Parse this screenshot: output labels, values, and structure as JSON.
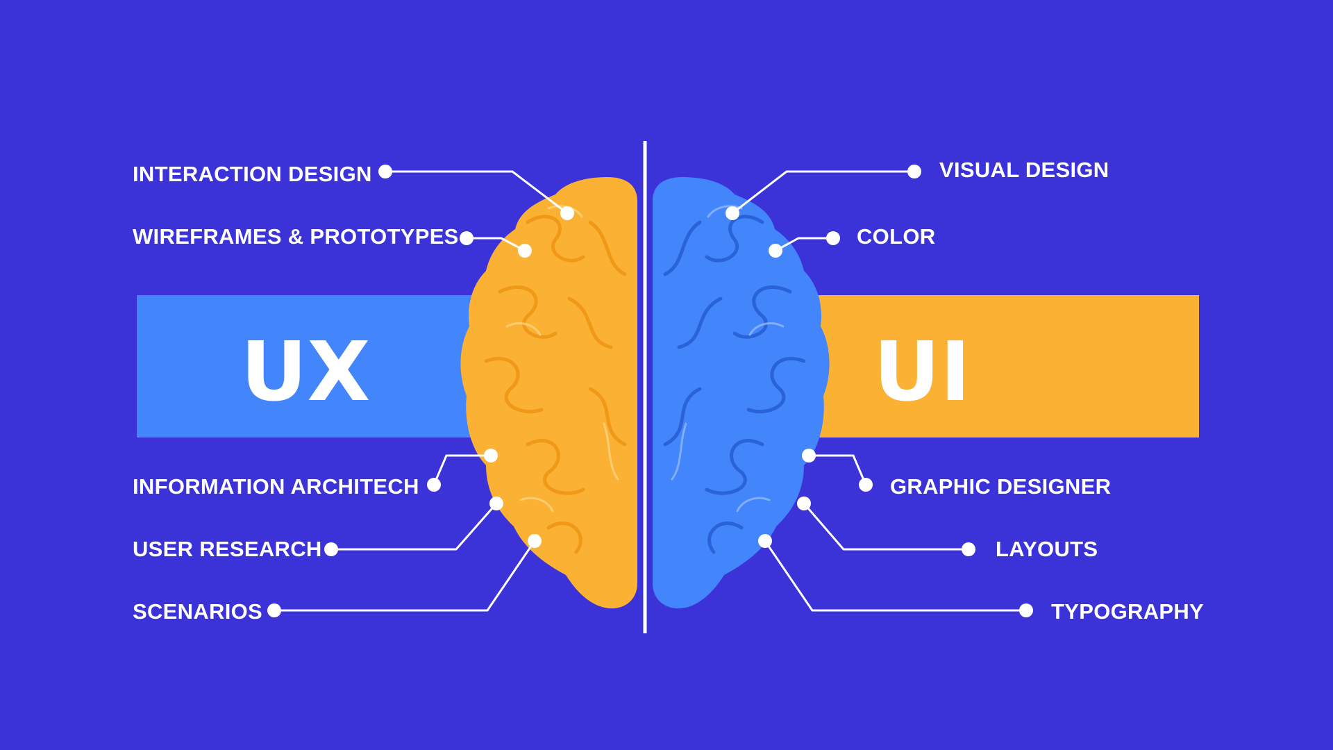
{
  "colors": {
    "background": "#3b33d8",
    "ux_accent": "#4385fb",
    "ui_accent": "#fbb134",
    "text": "#ffffff"
  },
  "ux": {
    "title": "UX",
    "items": [
      "INTERACTION DESIGN",
      "WIREFRAMES & PROTOTYPES",
      "INFORMATION ARCHITECH",
      "USER RESEARCH",
      "SCENARIOS"
    ]
  },
  "ui": {
    "title": "UI",
    "items": [
      "VISUAL DESIGN",
      "COLOR",
      "GRAPHIC DESIGNER",
      "LAYOUTS",
      "TYPOGRAPHY"
    ]
  },
  "icons": {
    "left_hemisphere": "brain-left-hemisphere-icon",
    "right_hemisphere": "brain-right-hemisphere-icon"
  }
}
